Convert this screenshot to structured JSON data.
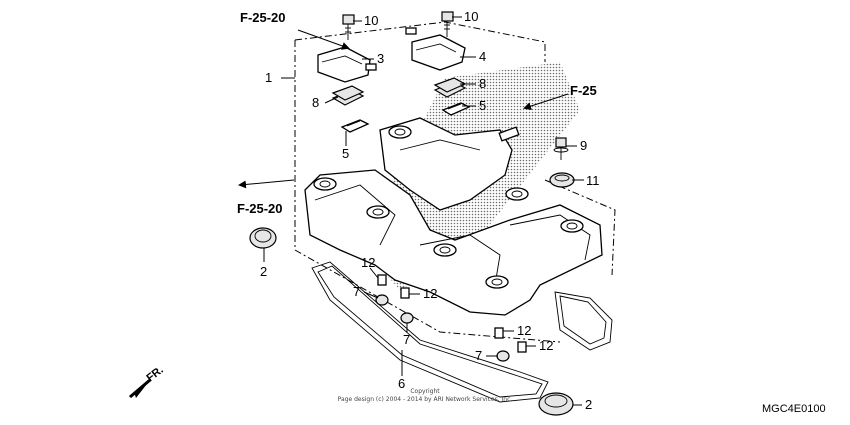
{
  "refs": {
    "top_left": "F-25-20",
    "mid_left": "F-25-20",
    "right": "F-25"
  },
  "callouts": {
    "c1": "1",
    "c2a": "2",
    "c2b": "2",
    "c3": "3",
    "c4": "4",
    "c5a": "5",
    "c5b": "5",
    "c6": "6",
    "c7a": "7",
    "c7b": "7",
    "c7c": "7",
    "c8a": "8",
    "c8b": "8",
    "c9": "9",
    "c10a": "10",
    "c10b": "10",
    "c11": "11",
    "c12a": "12",
    "c12b": "12",
    "c12c": "12",
    "c12d": "12"
  },
  "front_label": "FR.",
  "copyright": {
    "line1": "Copyright",
    "line2": "Page design (c) 2004 - 2014 by ARI Network Services, Inc."
  },
  "diagram_code": "MGC4E0100",
  "colors": {
    "ink": "#000000",
    "paper": "#ffffff",
    "shade": "#b8b8b8"
  }
}
